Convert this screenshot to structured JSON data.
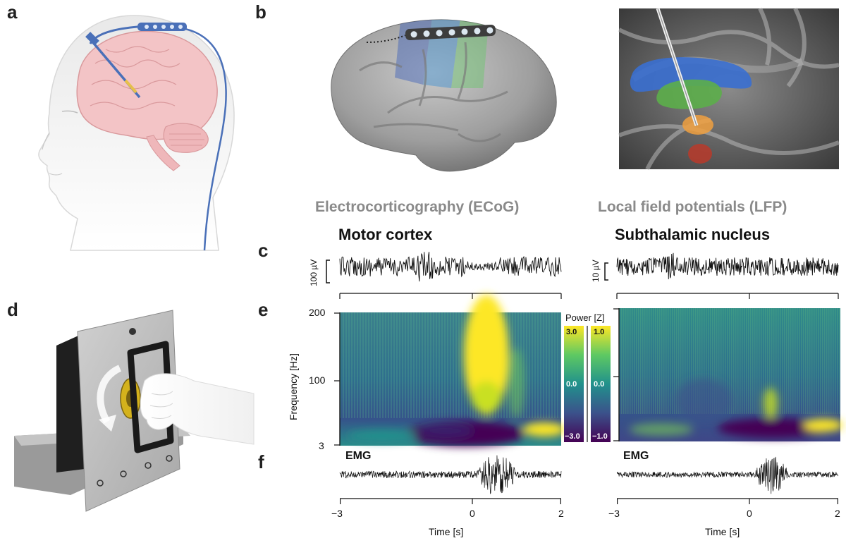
{
  "panels": {
    "a": "a",
    "b": "b",
    "c": "c",
    "d": "d",
    "e": "e",
    "f": "f"
  },
  "sections": {
    "ecog": "Electrocorticography (ECoG)",
    "lfp": "Local field potentials (LFP)"
  },
  "regions": {
    "left": "Motor cortex",
    "right": "Subthalamic nucleus"
  },
  "scale_bars": {
    "left": "100 µV",
    "right": "10 µV"
  },
  "spectrogram": {
    "ylabel": "Frequency [Hz]",
    "yticks": [
      "200",
      "100",
      "3"
    ]
  },
  "colorbar": {
    "title": "Power [Z]",
    "left": {
      "max": "3.0",
      "mid": "0.0",
      "min": "−3.0"
    },
    "right": {
      "max": "1.0",
      "mid": "0.0",
      "min": "−1.0"
    },
    "colors": [
      "#440154",
      "#3b528b",
      "#21918c",
      "#5ec962",
      "#fde725"
    ]
  },
  "emg": {
    "label": "EMG"
  },
  "time_axis": {
    "label": "Time [s]",
    "ticks": [
      "−3",
      "0",
      "2"
    ]
  }
}
